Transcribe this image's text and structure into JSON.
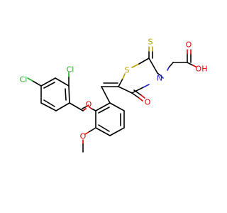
{
  "colors": {
    "carbon_bond": "#000000",
    "chlorine": "#22aa22",
    "oxygen": "#e00000",
    "sulfur": "#b8a000",
    "nitrogen": "#2020d0"
  },
  "atoms": {
    "cl_para": "Cl",
    "cl_ortho": "Cl",
    "o_ether": "O",
    "o_methoxy": "O",
    "s_ring": "S",
    "s_thione": "S",
    "n_ring": "N",
    "o_carbonyl": "O",
    "o_acid_carbonyl": "O",
    "oh_acid": "OH"
  }
}
